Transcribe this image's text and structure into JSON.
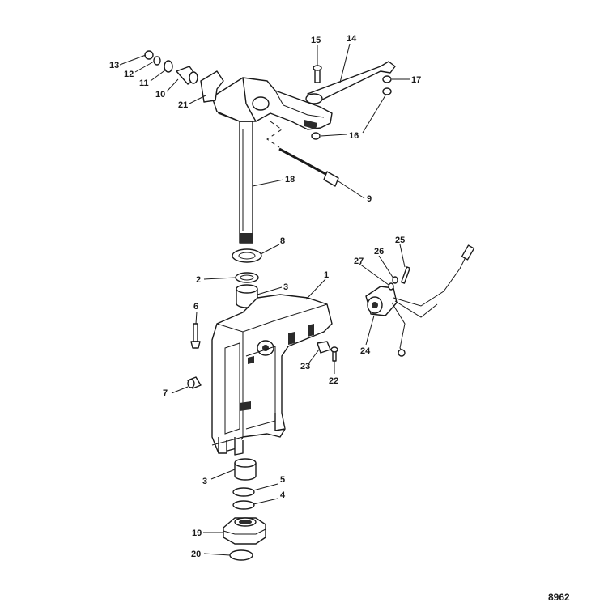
{
  "diagram": {
    "figure_number": "8962",
    "callouts": {
      "c1": "1",
      "c2": "2",
      "c3a": "3",
      "c3b": "3",
      "c4": "4",
      "c5": "5",
      "c6": "6",
      "c7": "7",
      "c8": "8",
      "c9": "9",
      "c10": "10",
      "c11": "11",
      "c12": "12",
      "c13": "13",
      "c14": "14",
      "c15": "15",
      "c16": "16",
      "c17": "17",
      "c18": "18",
      "c19": "19",
      "c20": "20",
      "c21": "21",
      "c22": "22",
      "c23": "23",
      "c24": "24",
      "c25": "25",
      "c26": "26",
      "c27": "27"
    }
  }
}
